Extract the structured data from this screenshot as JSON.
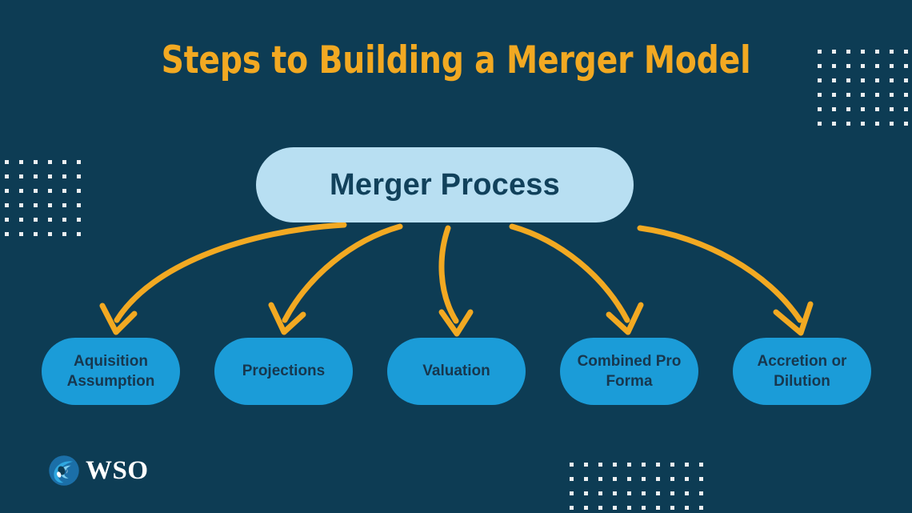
{
  "page": {
    "title": "Steps to Building a Merger Model",
    "background_color": "#0d3c54",
    "accent_color": "#f2a922"
  },
  "diagram": {
    "type": "flowchart",
    "root": {
      "label": "Merger Process",
      "fill_color": "#b8dff2",
      "text_color": "#11415b"
    },
    "steps": [
      {
        "label": "Aquisition Assumption",
        "fill_color": "#1b9cd8",
        "text_color": "#17374e"
      },
      {
        "label": "Projections",
        "fill_color": "#1b9cd8",
        "text_color": "#17374e"
      },
      {
        "label": "Valuation",
        "fill_color": "#1b9cd8",
        "text_color": "#17374e"
      },
      {
        "label": "Combined Pro Forma",
        "fill_color": "#1b9cd8",
        "text_color": "#17374e"
      },
      {
        "label": "Accretion or Dilution",
        "fill_color": "#1b9cd8",
        "text_color": "#17374e"
      }
    ],
    "connector_color": "#f2a922",
    "connector_count": 5
  },
  "decoration": {
    "dot_color": "#ffffff",
    "grids": [
      {
        "name": "top-right",
        "columns": 7,
        "rows": 6
      },
      {
        "name": "left",
        "columns": 6,
        "rows": 6
      },
      {
        "name": "bottom-center",
        "columns": 10,
        "rows": 4
      }
    ]
  },
  "logo": {
    "text": "WSO",
    "mark": "wso-swirl-icon",
    "text_color": "#ffffff"
  }
}
